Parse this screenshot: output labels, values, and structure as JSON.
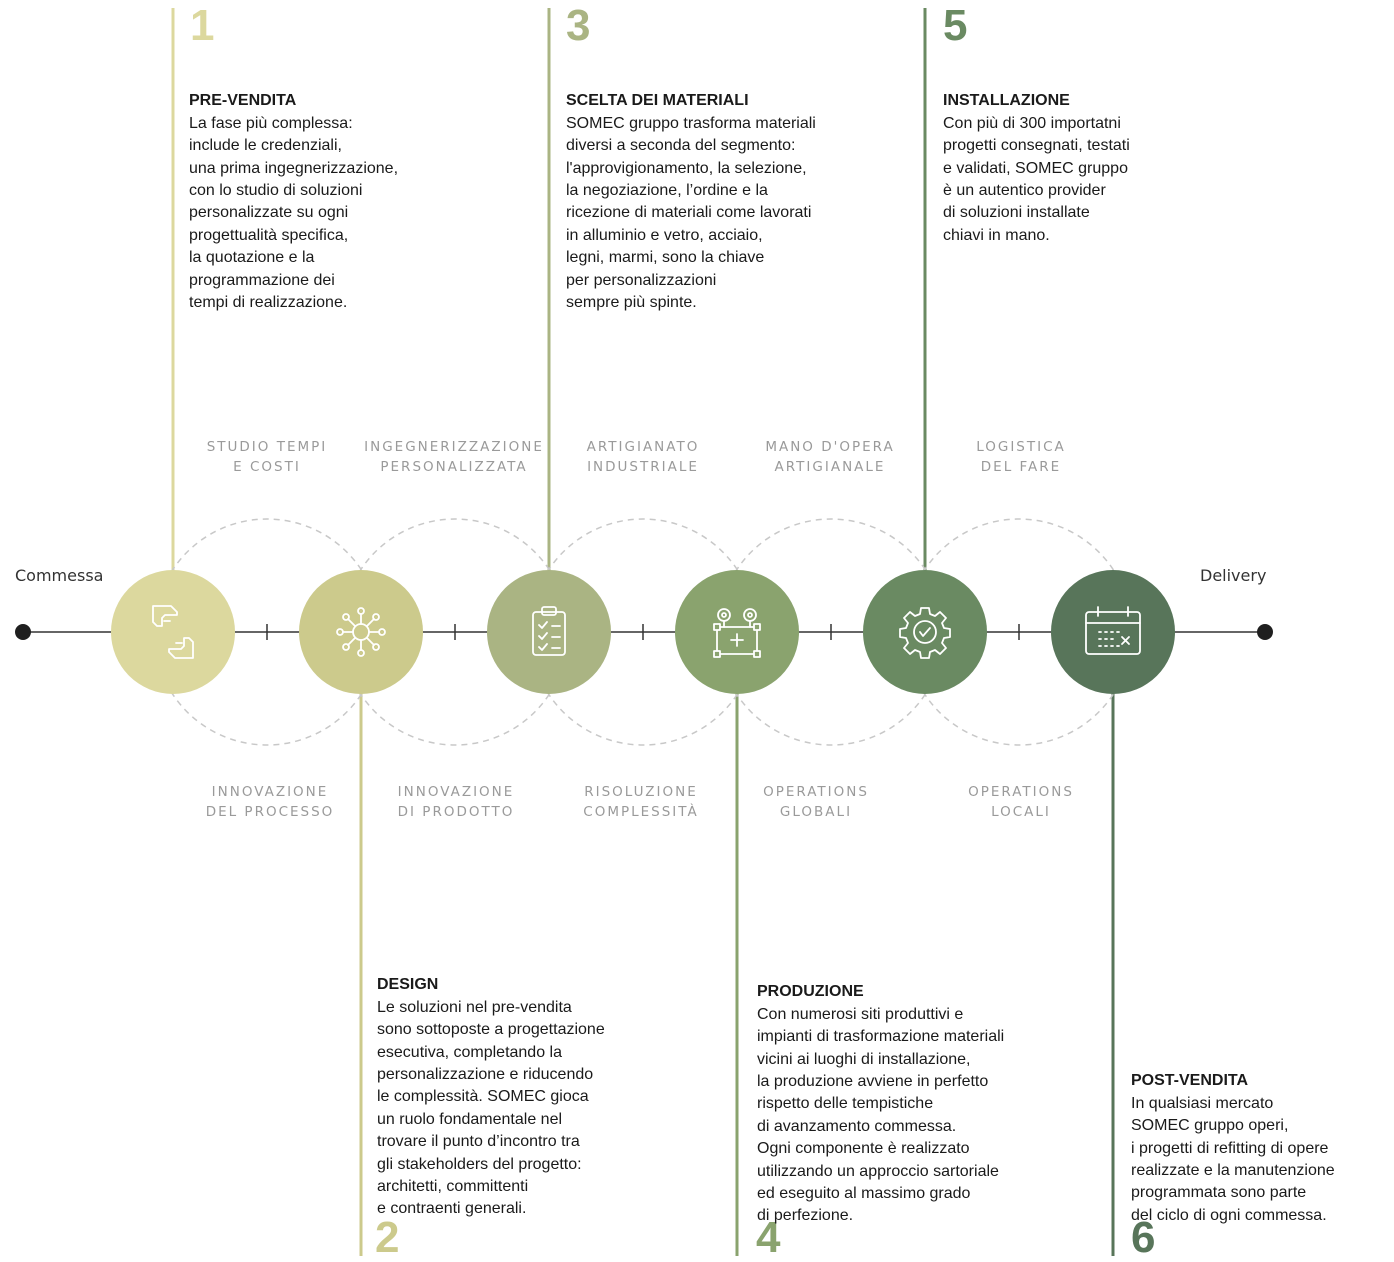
{
  "colors": {
    "step1": "#dcd89e",
    "step2": "#ccca8c",
    "step3": "#aab483",
    "step4": "#8aa36e",
    "step5": "#6a8a62",
    "step6": "#58755a",
    "line": "#333333",
    "dash": "#c8c8c8",
    "label": "#9a9a9a"
  },
  "endpoints": {
    "start": "Commessa",
    "end": "Delivery"
  },
  "steps": [
    {
      "number": "1",
      "title": "PRE-VENDITA",
      "icon": "handshake-icon",
      "body": "La fase più complessa:\ninclude le credenziali,\nuna prima ingegnerizzazione,\ncon lo studio di soluzioni\npersonalizzate su ogni\nprogettualità specifica,\nla quotazione e la\nprogrammazione dei\ntempi di realizzazione."
    },
    {
      "number": "2",
      "title": "DESIGN",
      "icon": "network-gear-icon",
      "body": "Le soluzioni nel pre-vendita\nsono  sottoposte a progettazione\nesecutiva, completando la\npersonalizzazione e riducendo\nle complessità. SOMEC gioca\nun ruolo fondamentale nel\ntrovare il punto d’incontro tra\ngli  stakeholders del progetto:\narchitetti, committenti\ne contraenti generali."
    },
    {
      "number": "3",
      "title": "SCELTA DEI MATERIALI",
      "icon": "clipboard-checklist-icon",
      "body": "SOMEC gruppo trasforma  materiali\ndiversi a seconda del segmento:\nl'approvigionamento, la selezione,\nla negoziazione, l’ordine e la\nricezione di  materiali come lavorati\nin  alluminio e vetro, acciaio,\nlegni, marmi, sono la chiave\nper personalizzazioni\nsempre più spinte."
    },
    {
      "number": "4",
      "title": "PRODUZIONE",
      "icon": "team-network-icon",
      "body": "Con numerosi siti produttivi e\nimpianti di trasformazione materiali\nvicini ai luoghi di installazione,\nla produzione avviene in perfetto\nrispetto delle tempistiche\ndi avanzamento commessa.\nOgni componente è realizzato\nutilizzando un approccio sartoriale\ned eseguito al massimo grado\ndi perfezione."
    },
    {
      "number": "5",
      "title": "INSTALLAZIONE",
      "icon": "gear-check-icon",
      "body": "Con più di 300 importatni\nprogetti consegnati, testati\ne validati, SOMEC gruppo\nè un autentico provider\ndi soluzioni installate\nchiavi in mano."
    },
    {
      "number": "6",
      "title": "POST-VENDITA",
      "icon": "calendar-icon",
      "body": "In qualsiasi mercato\nSOMEC gruppo operi,\ni progetti di refitting di opere\nrealizzate e la manutenzione\nprogrammata sono parte\ndel ciclo di ogni commessa."
    }
  ],
  "top_labels": [
    "STUDIO TEMPI\nE COSTI",
    "INGEGNERIZZAZIONE\nPERSONALIZZATA",
    "ARTIGIANATO\nINDUSTRIALE",
    "MANO D'OPERA\nARTIGIANALE",
    "LOGISTICA\nDEL FARE"
  ],
  "bottom_labels": [
    "INNOVAZIONE\nDEL PROCESSO",
    "INNOVAZIONE\nDI PRODOTTO",
    "RISOLUZIONE\nCOMPLESSITÀ",
    "OPERATIONS\nGLOBALI",
    "OPERATIONS\nLOCALI"
  ]
}
